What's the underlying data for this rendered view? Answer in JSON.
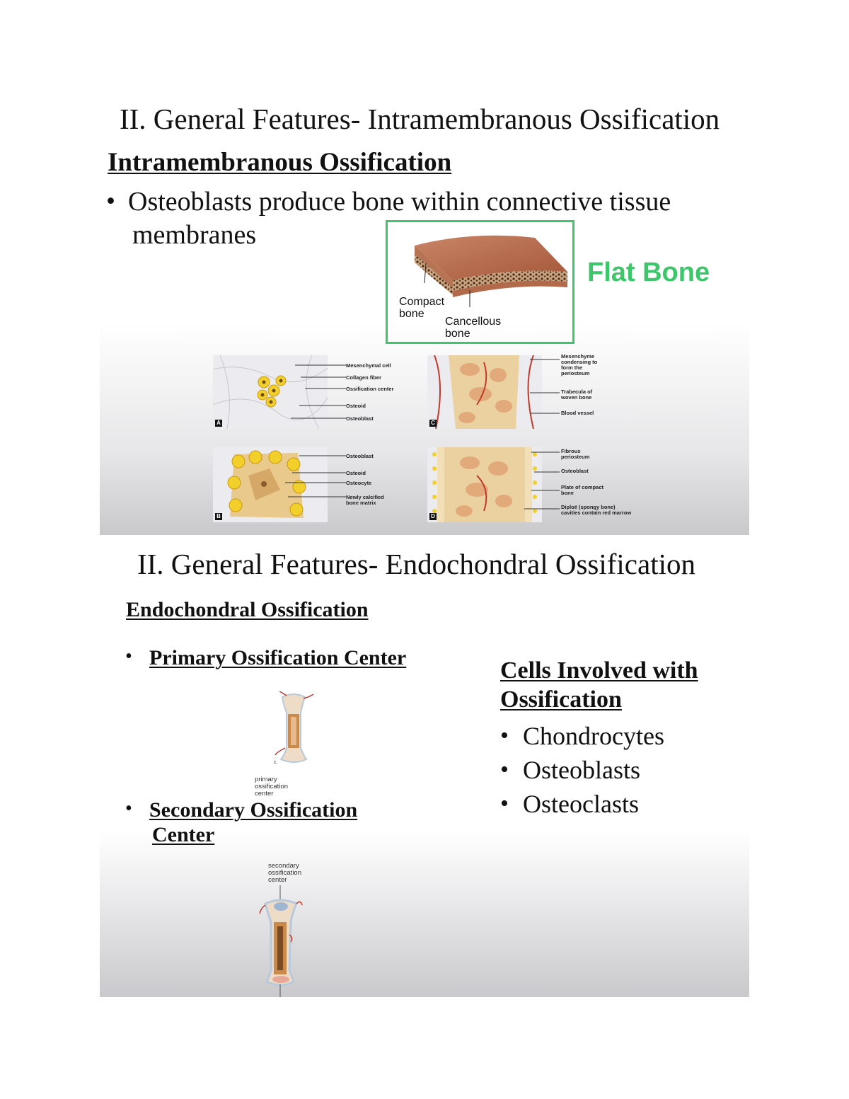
{
  "slide1": {
    "title": "II.  General Features- Intramembranous Ossification",
    "heading": "Intramembranous Ossification",
    "bullet_symbol": "•",
    "bullet_line1": "Osteoblasts produce bone within connective tissue",
    "bullet_line2": "membranes",
    "flat_bone": {
      "label": "Flat Bone",
      "frame_color": "#3ec66b",
      "compact_label": "Compact\nbone",
      "cancellous_label": "Cancellous\nbone"
    },
    "panels": {
      "a": {
        "letter": "A",
        "labels": [
          "Mesenchymal cell",
          "Collagen fiber",
          "Ossification center",
          "Osteoid",
          "Osteoblast"
        ]
      },
      "b": {
        "letter": "B",
        "labels": [
          "Osteoblast",
          "Osteoid",
          "Osteocyte",
          "Newly calcified bone matrix"
        ]
      },
      "c": {
        "letter": "C",
        "labels": [
          "Mesenchyme condensing to form the periosteum",
          "Trabecula of woven bone",
          "Blood vessel"
        ]
      },
      "d": {
        "letter": "D",
        "labels": [
          "Fibrous periosteum",
          "Osteoblast",
          "Plate of compact bone",
          "Diploë (spongy bone) cavities contain red marrow"
        ]
      }
    }
  },
  "slide2": {
    "title": "II.  General Features- Endochondral Ossification",
    "heading": "Endochondral Ossification",
    "bullet_symbol": "•",
    "primary": "Primary Ossification Center",
    "primary_fig_letter": "c.",
    "primary_fig_label": "primary ossification center",
    "secondary_line1": "Secondary Ossification",
    "secondary_line2": "Center",
    "secondary_fig_label": "secondary ossification center",
    "cells_heading_line1": "Cells Involved with",
    "cells_heading_line2": "Ossification",
    "cells": [
      "Chondrocytes",
      "Osteoblasts",
      "Osteoclasts"
    ]
  }
}
